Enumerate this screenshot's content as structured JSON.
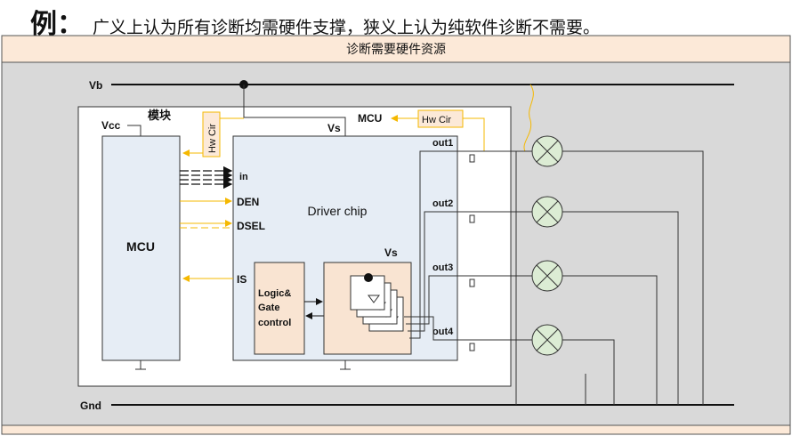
{
  "heading": {
    "prefix": "例：",
    "text": "广义上认为所有诊断均需硬件支撑，狭义上认为纯软件诊断不需要。"
  },
  "panel_title": "诊断需要硬件资源",
  "labels": {
    "vb": "Vb",
    "gnd": "Gnd",
    "vcc": "Vcc",
    "module": "模块",
    "hw_cir": "Hw Cir",
    "vs": "Vs",
    "mcu_ref": "MCU",
    "mcu": "MCU",
    "driver": "Driver chip",
    "in": "in",
    "den": "DEN",
    "dsel": "DSEL",
    "is": "IS",
    "logic": [
      "Logic&",
      "Gate",
      "control"
    ],
    "outs": [
      "out1",
      "out2",
      "out3",
      "out4"
    ]
  },
  "colors": {
    "signal": "#f5b800",
    "panel": "#d9d9d9",
    "header": "#fce9d8",
    "chip": "#e6edf5",
    "logic": "#f9e4d2"
  }
}
